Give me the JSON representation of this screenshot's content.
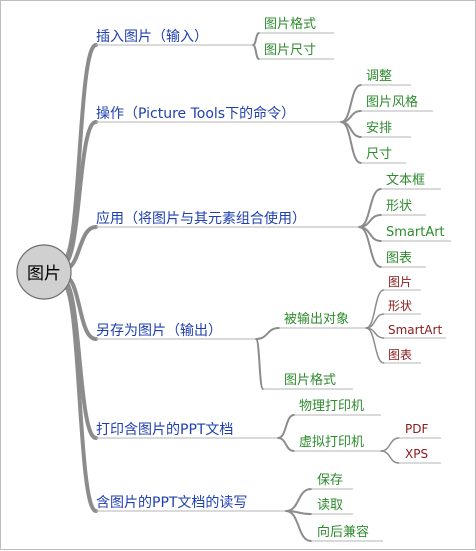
{
  "root": {
    "label": "图片"
  },
  "colors": {
    "branch_text": "#1f3fb0",
    "leaf_text": "#2e8b2e",
    "leaf_text_alt": "#8b1a1a",
    "curve": "#8c8c8c",
    "underline": "#b5b5b5",
    "root_fill": "#d0d0d0",
    "root_border": "#6e6e6e"
  },
  "branches": [
    {
      "label": "插入图片（输入）",
      "children": [
        {
          "label": "图片格式"
        },
        {
          "label": "图片尺寸"
        }
      ]
    },
    {
      "label": "操作（Picture Tools下的命令）",
      "children": [
        {
          "label": "调整"
        },
        {
          "label": "图片风格"
        },
        {
          "label": "安排"
        },
        {
          "label": "尺寸"
        }
      ]
    },
    {
      "label": "应用（将图片与其元素组合使用）",
      "children": [
        {
          "label": "文本框"
        },
        {
          "label": "形状"
        },
        {
          "label": "SmartArt"
        },
        {
          "label": "图表"
        }
      ]
    },
    {
      "label": "另存为图片（输出）",
      "children": [
        {
          "label": "被输出对象",
          "children": [
            {
              "label": "图片"
            },
            {
              "label": "形状"
            },
            {
              "label": "SmartArt"
            },
            {
              "label": "图表"
            }
          ]
        },
        {
          "label": "图片格式"
        }
      ]
    },
    {
      "label": "打印含图片的PPT文档",
      "children": [
        {
          "label": "物理打印机"
        },
        {
          "label": "虚拟打印机",
          "children": [
            {
              "label": "PDF"
            },
            {
              "label": "XPS"
            }
          ]
        }
      ]
    },
    {
      "label": "含图片的PPT文档的读写",
      "children": [
        {
          "label": "保存"
        },
        {
          "label": "读取"
        },
        {
          "label": "向后兼容"
        }
      ]
    }
  ]
}
